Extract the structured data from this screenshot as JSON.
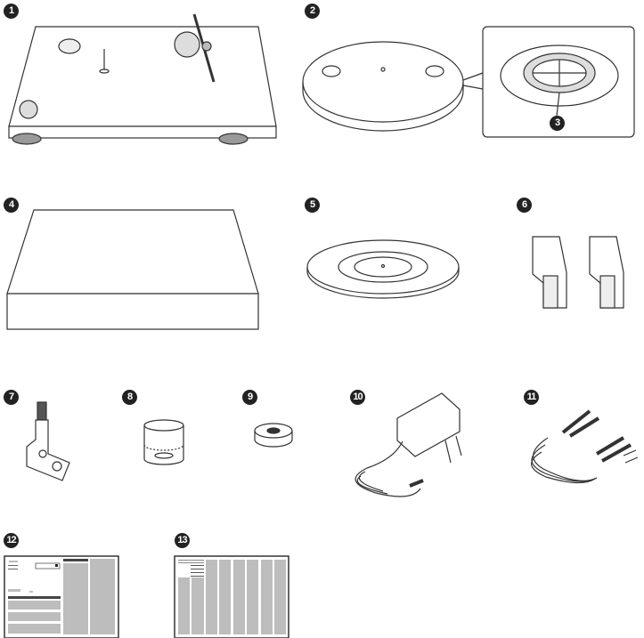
{
  "items": [
    {
      "number": "1",
      "label_icon": "turntable-icon"
    },
    {
      "number": "2",
      "label_icon": "platter-icon"
    },
    {
      "number": "3",
      "label_icon": "drive-belt-icon"
    },
    {
      "number": "4",
      "label_icon": "dust-cover-icon"
    },
    {
      "number": "5",
      "label_icon": "mat-icon"
    },
    {
      "number": "6",
      "label_icon": "hinges-icon"
    },
    {
      "number": "7",
      "label_icon": "headshell-icon"
    },
    {
      "number": "8",
      "label_icon": "counterweight-icon"
    },
    {
      "number": "9",
      "label_icon": "adapter-icon"
    },
    {
      "number": "10",
      "label_icon": "ac-adapter-icon"
    },
    {
      "number": "11",
      "label_icon": "rca-cable-icon"
    },
    {
      "number": "12",
      "label_icon": "quick-start-guide-icon"
    },
    {
      "number": "13",
      "label_icon": "manual-icon"
    }
  ],
  "colors": {
    "badge": "#222222",
    "line": "#333333",
    "doc_fill": "#bdbdbd"
  }
}
